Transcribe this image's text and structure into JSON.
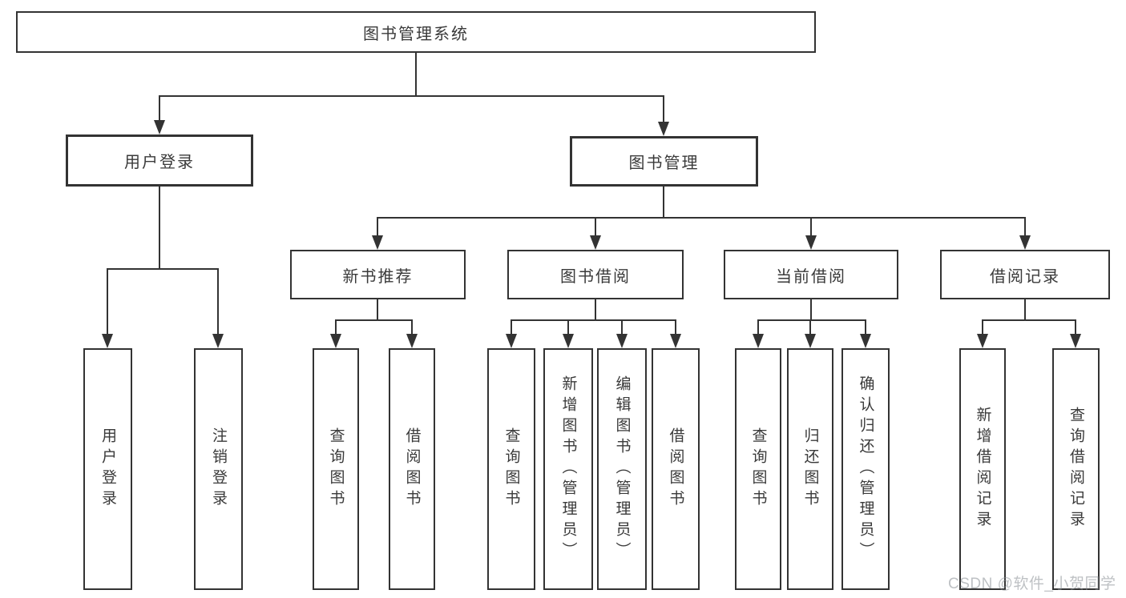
{
  "watermark": "CSDN @软件_小贺同学",
  "colors": {
    "line": "#333333",
    "text": "#3a3a3a",
    "box_fill": "#ffffff"
  },
  "tree": {
    "root": {
      "label": "图书管理系统",
      "children": [
        {
          "label": "用户登录",
          "children": [
            {
              "label": "用户登录"
            },
            {
              "label": "注销登录"
            }
          ]
        },
        {
          "label": "图书管理",
          "children": [
            {
              "label": "新书推荐",
              "children": [
                {
                  "label": "查询图书"
                },
                {
                  "label": "借阅图书"
                }
              ]
            },
            {
              "label": "图书借阅",
              "children": [
                {
                  "label": "查询图书"
                },
                {
                  "label": "新增图书（管理员）"
                },
                {
                  "label": "编辑图书（管理员）"
                },
                {
                  "label": "借阅图书"
                }
              ]
            },
            {
              "label": "当前借阅",
              "children": [
                {
                  "label": "查询图书"
                },
                {
                  "label": "归还图书"
                },
                {
                  "label": "确认归还（管理员）"
                }
              ]
            },
            {
              "label": "借阅记录",
              "children": [
                {
                  "label": "新增借阅记录"
                },
                {
                  "label": "查询借阅记录"
                }
              ]
            }
          ]
        }
      ]
    }
  }
}
